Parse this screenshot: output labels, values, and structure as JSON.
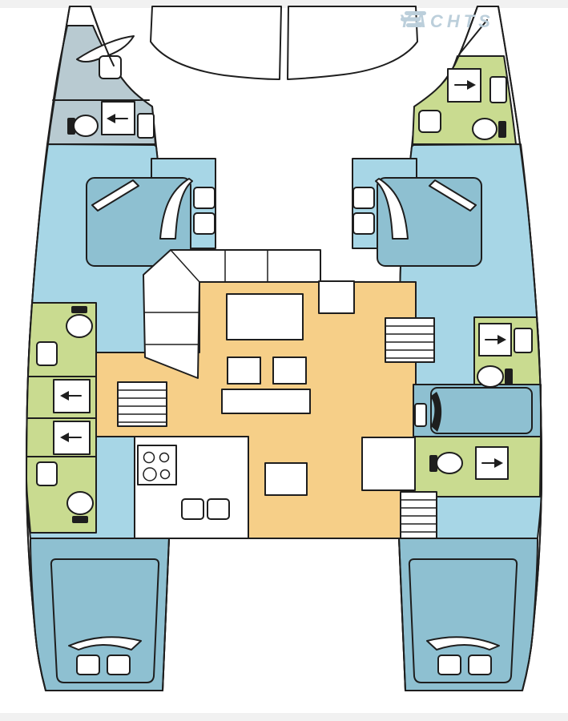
{
  "watermark": {
    "text": "YACHTS",
    "icon": "flag-stripes-icon"
  },
  "palette": {
    "outline": "#1e1e1e",
    "hull_interior": "#a7d6e6",
    "cabin_blue": "#8ec0d1",
    "forward_cabin_gray": "#b8cad1",
    "bathroom_green": "#c9db90",
    "salon_floor": "#f6cf88",
    "fixture_white": "#ffffff",
    "page_margin": "#f1f1f1",
    "watermark_color": "#bccfdb"
  },
  "icons": {
    "shower_arrow_left": "←",
    "shower_arrow_right": "→",
    "stove_burners": "4-circles",
    "stairs": "horizontal-treads"
  }
}
